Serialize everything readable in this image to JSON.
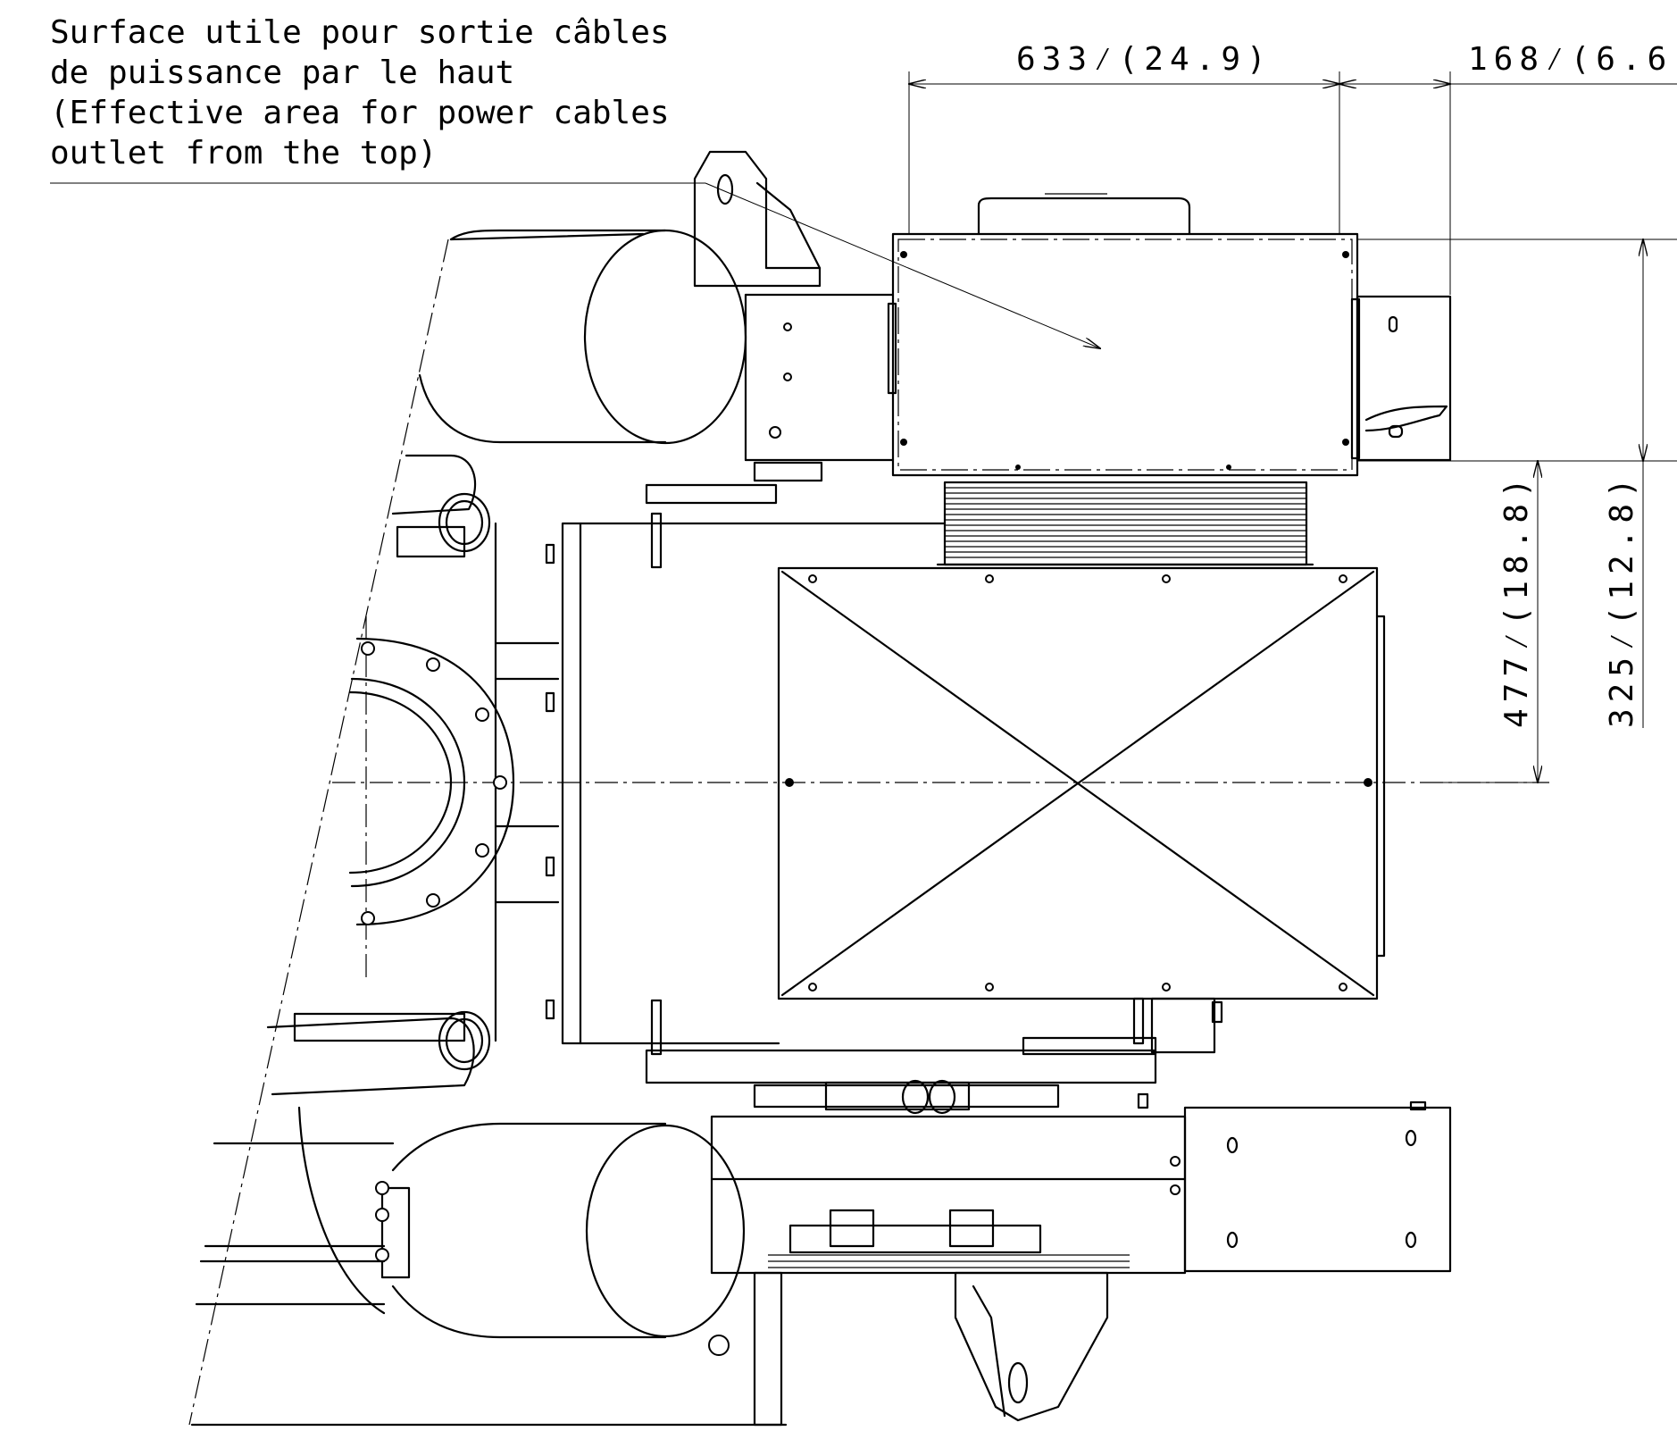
{
  "annotation": {
    "lines": [
      "Surface utile pour sortie câbles",
      "de puissance par le haut",
      "(Effective area for power cables",
      "outlet from the top)"
    ]
  },
  "dimensions": {
    "width_main": "633⁄(24.9)",
    "width_side": "168⁄(6.6)",
    "height_center": "477⁄(18.8)",
    "height_outlet": "325⁄(12.8)"
  }
}
